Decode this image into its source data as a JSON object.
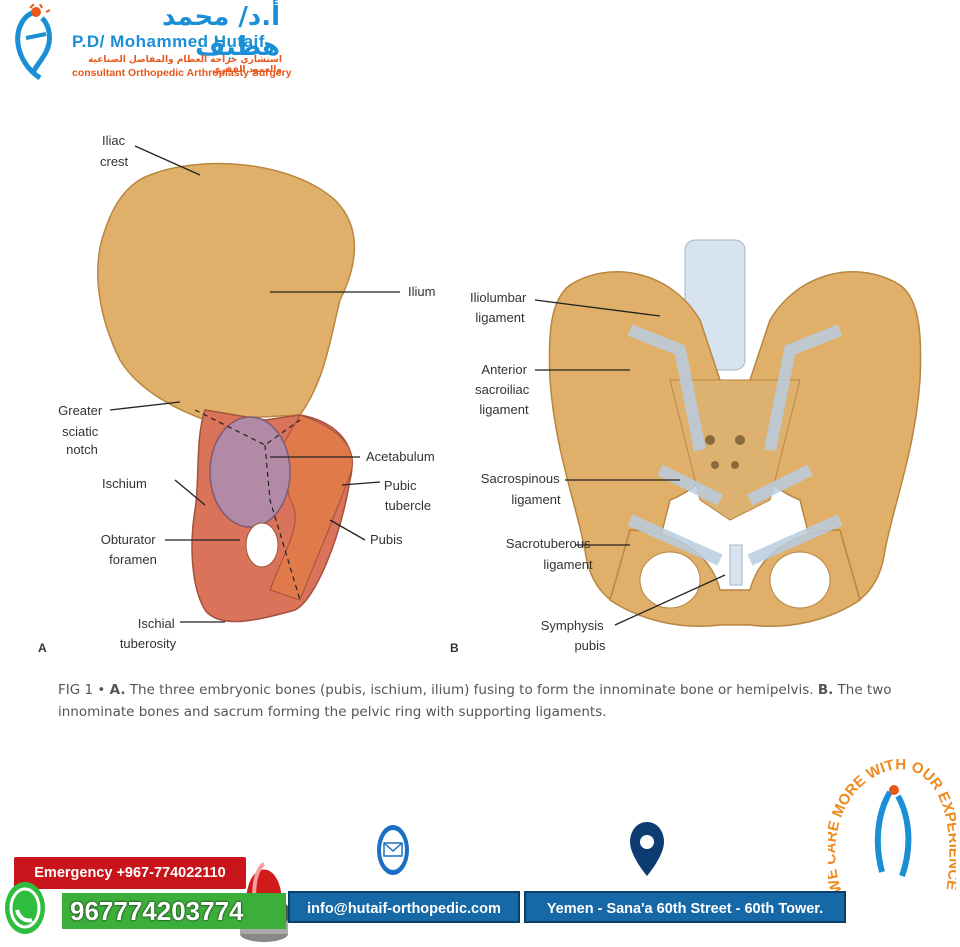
{
  "brand": {
    "arabic_name": "أ.د/ محمد هطيف",
    "english_name": "P.D/ Mohammed Hutaif",
    "arabic_subtitle": "استشاري جراحة العظام والمفاصل الصناعية والعمود الفقري",
    "english_subtitle": "consultant Orthopedic Arthroplasty Surgery"
  },
  "figure": {
    "panel_a_letter": "A",
    "panel_b_letter": "B",
    "labels_a": {
      "iliac_crest": [
        "Iliac",
        "crest"
      ],
      "ilium": "Ilium",
      "greater_sciatic_notch": [
        "Greater",
        "sciatic",
        "notch"
      ],
      "acetabulum": "Acetabulum",
      "ischium": "Ischium",
      "pubic_tubercle": [
        "Pubic",
        "tubercle"
      ],
      "obturator_foramen": [
        "Obturator",
        "foramen"
      ],
      "pubis": "Pubis",
      "ischial_tuberosity": [
        "Ischial",
        "tuberosity"
      ]
    },
    "labels_b": {
      "iliolumbar_ligament": [
        "Iliolumbar",
        "ligament"
      ],
      "anterior_sacroiliac_ligament": [
        "Anterior",
        "sacroiliac",
        "ligament"
      ],
      "sacrospinous_ligament": [
        "Sacrospinous",
        "ligament"
      ],
      "sacrotuberous_ligament": [
        "Sacrotuberous",
        "ligament"
      ],
      "symphysis_pubis": [
        "Symphysis",
        "pubis"
      ]
    },
    "caption": {
      "fig": "FIG 1 •",
      "a_tag": "A.",
      "a_text": " The three embryonic bones (pubis, ischium, ilium) fusing to form the innominate bone or hemipelvis. ",
      "b_tag": "B.",
      "b_text": " The two innominate bones and sacrum forming the pelvic ring with supporting ligaments."
    }
  },
  "footer": {
    "emergency": "Emergency +967-774022110",
    "phone": "967774203774",
    "email": "info@hutaif-orthopedic.com",
    "address": "Yemen - Sana'a 60th Street - 60th Tower.",
    "badge_text": "WE CARE MORE WITH OUR EXPERIENCE"
  },
  "colors": {
    "brand_blue": "#1b8fd6",
    "brand_orange": "#e8571c",
    "emergency_red": "#c8151b",
    "phone_green": "#3cae3a",
    "pill_blue": "#1768a6",
    "bone": "#e0b06a",
    "ligament": "#b9cde0"
  }
}
